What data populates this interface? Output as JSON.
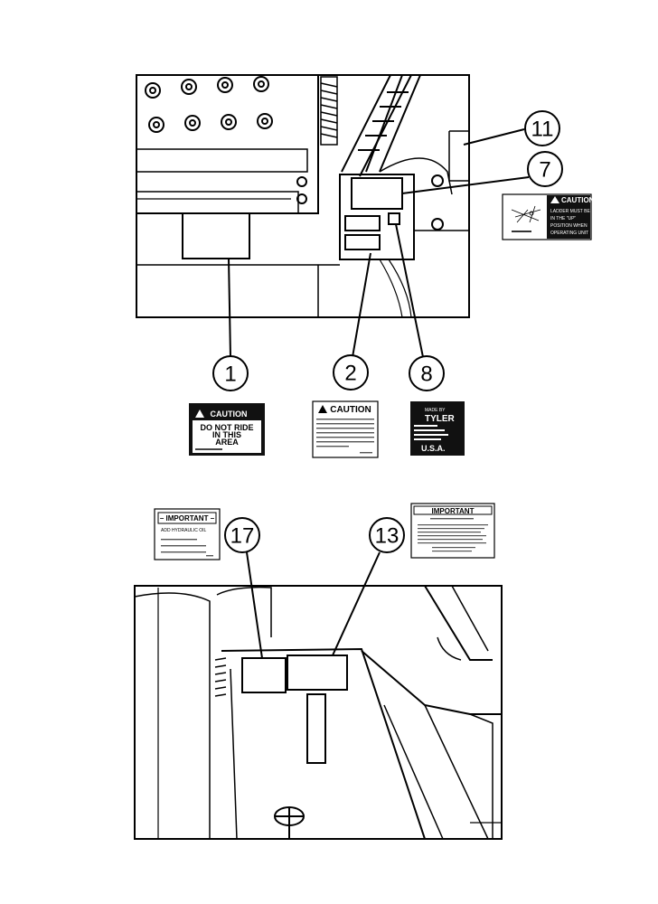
{
  "callouts": {
    "c1": "1",
    "c2": "2",
    "c7": "7",
    "c8": "8",
    "c11": "11",
    "c13": "13",
    "c17": "17"
  },
  "decals": {
    "ladder_caution": {
      "header": "CAUTION",
      "lines": [
        "LADDER MUST BE",
        "IN THE \"UP\"",
        "POSITION WHEN",
        "OPERATING UNIT"
      ]
    },
    "do_not_ride": {
      "header": "CAUTION",
      "lines": [
        "DO NOT RIDE",
        "IN THIS",
        "AREA"
      ]
    },
    "caution_2": {
      "header": "CAUTION"
    },
    "made_in": {
      "top": "MADE BY",
      "brand": "TYLER",
      "country": "U.S.A."
    },
    "important_17": {
      "header": "– IMPORTANT –",
      "line1": "ADD HYDRAULIC OIL"
    },
    "important_13": {
      "header": "IMPORTANT"
    }
  }
}
